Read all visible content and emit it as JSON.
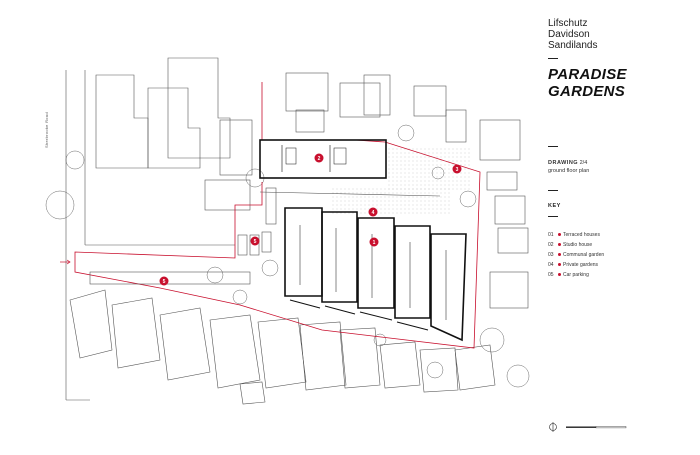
{
  "street_label": "Sherbrooke Road",
  "firm_name": [
    "Lifschutz",
    "Davidson",
    "Sandilands"
  ],
  "project_title": [
    "PARADISE",
    "GARDENS"
  ],
  "drawing": {
    "label": "DRAWING",
    "number": "2/4",
    "description": "ground floor plan"
  },
  "key": {
    "heading": "KEY",
    "items": [
      {
        "num": "01",
        "label": "Terraced houses"
      },
      {
        "num": "02",
        "label": "Studio house"
      },
      {
        "num": "03",
        "label": "Communal garden"
      },
      {
        "num": "04",
        "label": "Private gardens"
      },
      {
        "num": "05",
        "label": "Car parking"
      }
    ]
  },
  "markers": [
    {
      "num": "1"
    },
    {
      "num": "2"
    },
    {
      "num": "3"
    },
    {
      "num": "4"
    },
    {
      "num": "5"
    },
    {
      "num": "5"
    }
  ],
  "colors": {
    "accent": "#c8102e",
    "line": "#333333",
    "hatch": "#bbbbbb"
  }
}
